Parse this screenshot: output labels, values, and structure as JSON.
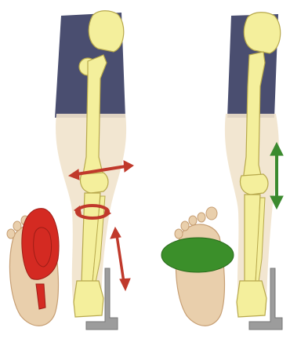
{
  "figure": {
    "panels": [
      {
        "id": "left",
        "foot_pressure_color": "#d42a22",
        "arrow_color": "#c0392b",
        "arrows": [
          "horizontal-knee-arrow",
          "rotation-arrow",
          "vertical-shin-arrow"
        ]
      },
      {
        "id": "right",
        "foot_pressure_color": "#3b8f2a",
        "arrow_color": "#3b8a2e",
        "arrows": [
          "vertical-knee-arrow"
        ]
      }
    ],
    "colors": {
      "shorts": "#4a4e70",
      "skin": "#f1e3cc",
      "bone": "#f4ef9c",
      "bone_outline": "#b7a84c",
      "pedal": "#9c9c9c"
    }
  }
}
